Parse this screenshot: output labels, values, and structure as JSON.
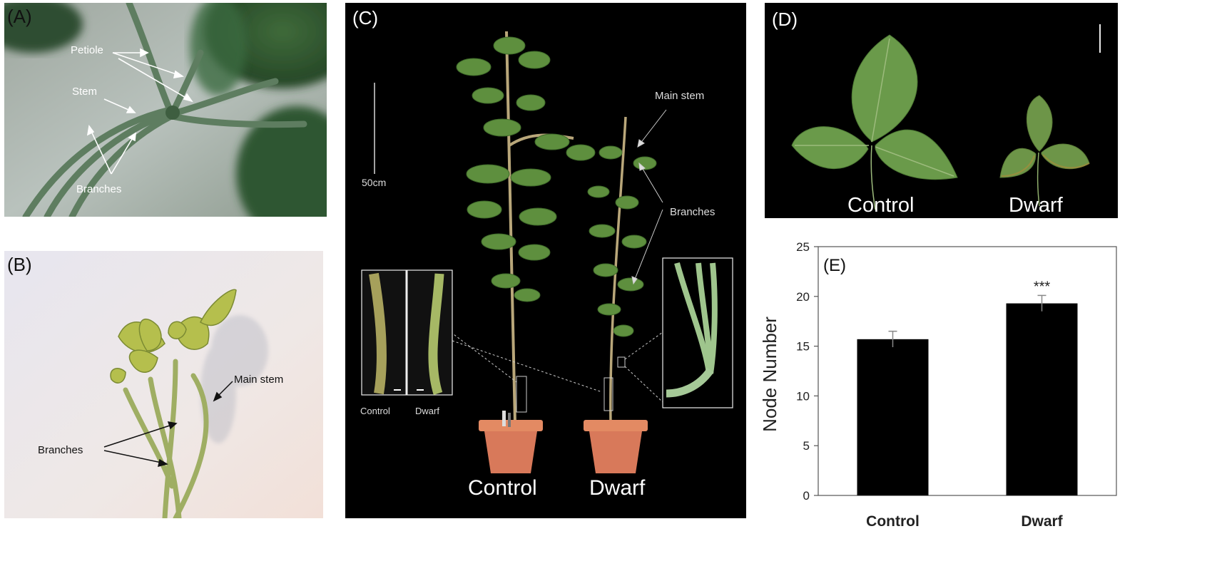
{
  "panel_a": {
    "label": "(A)",
    "annotations": {
      "petiole": "Petiole",
      "stem": "Stem",
      "branches": "Branches"
    }
  },
  "panel_b": {
    "label": "(B)",
    "annotations": {
      "main_stem": "Main stem",
      "branches": "Branches"
    }
  },
  "panel_c": {
    "label": "(C)",
    "scale": "50cm",
    "annotations": {
      "main_stem": "Main stem",
      "branches": "Branches"
    },
    "inset_labels": {
      "control": "Control",
      "dwarf": "Dwarf"
    },
    "plant_labels": {
      "control": "Control",
      "dwarf": "Dwarf"
    }
  },
  "panel_d": {
    "label": "(D)",
    "leaf_labels": {
      "control": "Control",
      "dwarf": "Dwarf"
    }
  },
  "colors": {
    "bar": "#000000",
    "photo_bg": "#000000",
    "leaf": "#6a9a4a",
    "pot": "#d8795a"
  },
  "chart_data": {
    "type": "bar",
    "panel_label": "(E)",
    "categories": [
      "Control",
      "Dwarf"
    ],
    "values": [
      15.7,
      19.3
    ],
    "errors": [
      0.8,
      0.8
    ],
    "significance": [
      "",
      "***"
    ],
    "ylabel": "Node Number",
    "ylim": [
      0,
      25
    ],
    "yticks": [
      0,
      5,
      10,
      15,
      20,
      25
    ],
    "grid": false
  }
}
